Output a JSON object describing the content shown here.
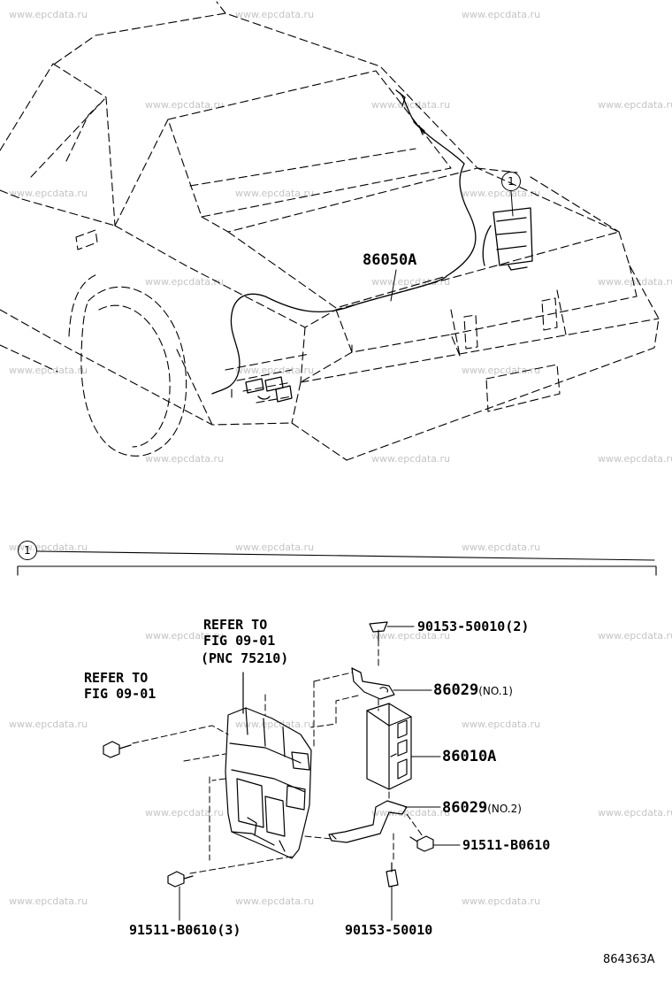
{
  "watermark": "www.epcdata.ru",
  "callout_label": "1",
  "car_part_label": "86050A",
  "refer_left": [
    "REFER TO",
    "FIG 09-01"
  ],
  "refer_center": [
    "REFER TO",
    "FIG 09-01",
    "(PNC 75210)"
  ],
  "parts": {
    "bolt_top": {
      "num": "90153-50010",
      "qty": "(2)"
    },
    "bracket_1": {
      "num": "86029",
      "note": "(NO.1)"
    },
    "unit": {
      "num": "86010A"
    },
    "bracket_2": {
      "num": "86029",
      "note": "(NO.2)"
    },
    "bolt_right": {
      "num": "91511-B0610"
    },
    "bolt_left_bottom": {
      "num": "91511-B0610",
      "qty": "(3)"
    },
    "bolt_bottom": {
      "num": "90153-50010"
    }
  },
  "figure_id": "864363A"
}
